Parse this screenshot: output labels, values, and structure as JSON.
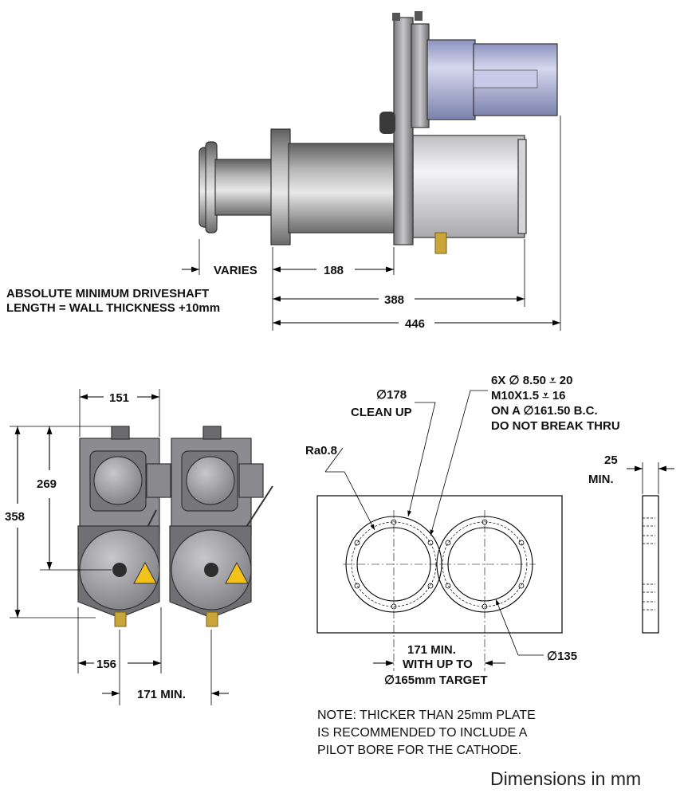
{
  "labels": {
    "varies": "VARIES",
    "dim_188": "188",
    "dim_388": "388",
    "dim_446": "446",
    "driveshaft_line1": "ABSOLUTE MINIMUM DRIVESHAFT",
    "driveshaft_line2": "LENGTH = WALL THICKNESS +10mm",
    "dim_151": "151",
    "dim_269": "269",
    "dim_358": "358",
    "dim_156": "156",
    "dim_171_left": "171 MIN.",
    "clean_up_dia": "∅178",
    "clean_up_text": "CLEAN UP",
    "hole_line1": "6X ∅ 8.50 ⩡ 20",
    "hole_line2": "M10X1.5 ⩡ 16",
    "hole_line3": "ON A ∅161.50 B.C.",
    "hole_line4": "DO NOT BREAK THRU",
    "roughness": "Ra0.8",
    "dim_25": "25",
    "dim_25_min": "MIN.",
    "center_line1": "171 MIN.",
    "center_line2": "WITH UP TO",
    "center_line3": "∅165mm TARGET",
    "dim_135": "∅135",
    "note_line1": "NOTE: THICKER THAN 25mm PLATE",
    "note_line2": "IS RECOMMENDED TO INCLUDE A",
    "note_line3": "PILOT BORE FOR THE CATHODE.",
    "units": "Dimensions in mm"
  },
  "colors": {
    "steel": "#8a8a8a",
    "body_silver": "#d9d9db",
    "motor_blue": "#a9aed4",
    "brass": "#c9a53a",
    "warning_yellow": "#f2c21a"
  }
}
